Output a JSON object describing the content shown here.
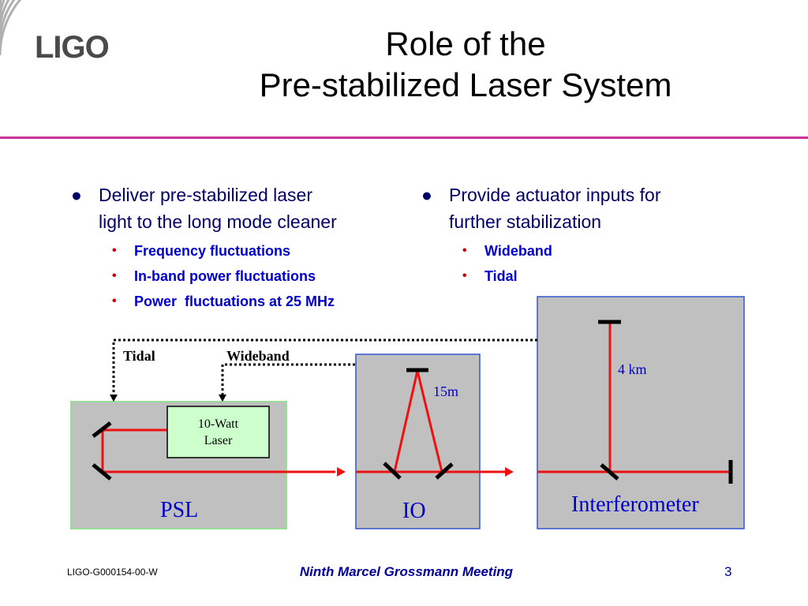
{
  "logo": "LIGO",
  "title": {
    "line1": "Role of the",
    "line2": "Pre-stabilized Laser System"
  },
  "left_column": {
    "bullet": "Deliver pre-stabilized laser light to the long mode cleaner",
    "line1": "Deliver pre-stabilized laser",
    "line2": "light to the long mode cleaner",
    "subitems": [
      "Frequency fluctuations",
      "In-band power fluctuations",
      "Power  fluctuations at 25 MHz"
    ]
  },
  "right_column": {
    "line1": "Provide actuator inputs for",
    "line2": "further stabilization",
    "subitems": [
      "Wideband",
      "Tidal"
    ]
  },
  "diagram": {
    "tidal_label": "Tidal",
    "wideband_label": "Wideband",
    "laser_line1": "10-Watt",
    "laser_line2": "Laser",
    "psl_label": "PSL",
    "io_label": "IO",
    "io_length": "15m",
    "ifo_label": "Interferometer",
    "ifo_length": "4 km",
    "colors": {
      "beam": "#ee1111",
      "box": "#c0c0c0",
      "label": "#0000cc",
      "laser_fill": "#ccffcc"
    }
  },
  "footer": {
    "doc_id": "LIGO-G000154-00-W",
    "meeting": "Ninth Marcel Grossmann Meeting",
    "page": "3"
  }
}
